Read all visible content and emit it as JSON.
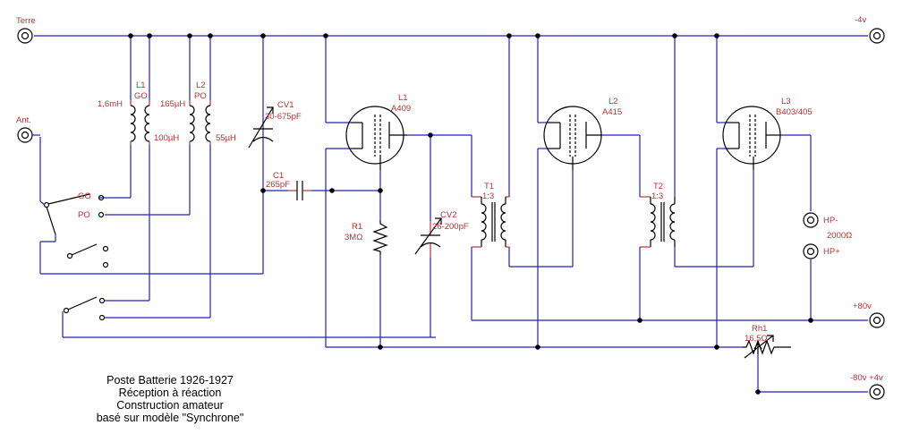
{
  "terminals": {
    "terre": "Terre",
    "ant": "Ant.",
    "minus4v": "-4v",
    "plus80v": "+80v",
    "minus80v_plus4v": "-80v +4v",
    "hp_minus": "HP-",
    "hp_plus": "HP+",
    "hp_impedance": "2000Ω"
  },
  "coils": {
    "l1_name": "L1",
    "l1_band": "GO",
    "l1_a": "1,6mH",
    "l1_b": "100µH",
    "l2_name": "L2",
    "l2_band": "PO",
    "l2_a": "165µH",
    "l2_b": "55µH"
  },
  "capacitors": {
    "cv1_name": "CV1",
    "cv1_value": "30-675pF",
    "c1_name": "C1",
    "c1_value": "265pF",
    "cv2_name": "CV2",
    "cv2_value": "26-200pF"
  },
  "resistors": {
    "r1_name": "R1",
    "r1_value": "3MΩ",
    "rh1_name": "Rh1",
    "rh1_value": "16,5Ω"
  },
  "switch": {
    "go": "GO",
    "po": "PO"
  },
  "tubes": [
    {
      "name": "L1",
      "type": "A409"
    },
    {
      "name": "L2",
      "type": "A415"
    },
    {
      "name": "L3",
      "type": "B403/405"
    }
  ],
  "transformers": [
    {
      "name": "T1",
      "ratio": "1:3"
    },
    {
      "name": "T2",
      "ratio": "1:3"
    }
  ],
  "caption": {
    "line1": "Poste Batterie 1926-1927",
    "line2": "Réception à réaction",
    "line3": "Construction amateur",
    "line4": "basé sur modèle \"Synchrone\""
  }
}
